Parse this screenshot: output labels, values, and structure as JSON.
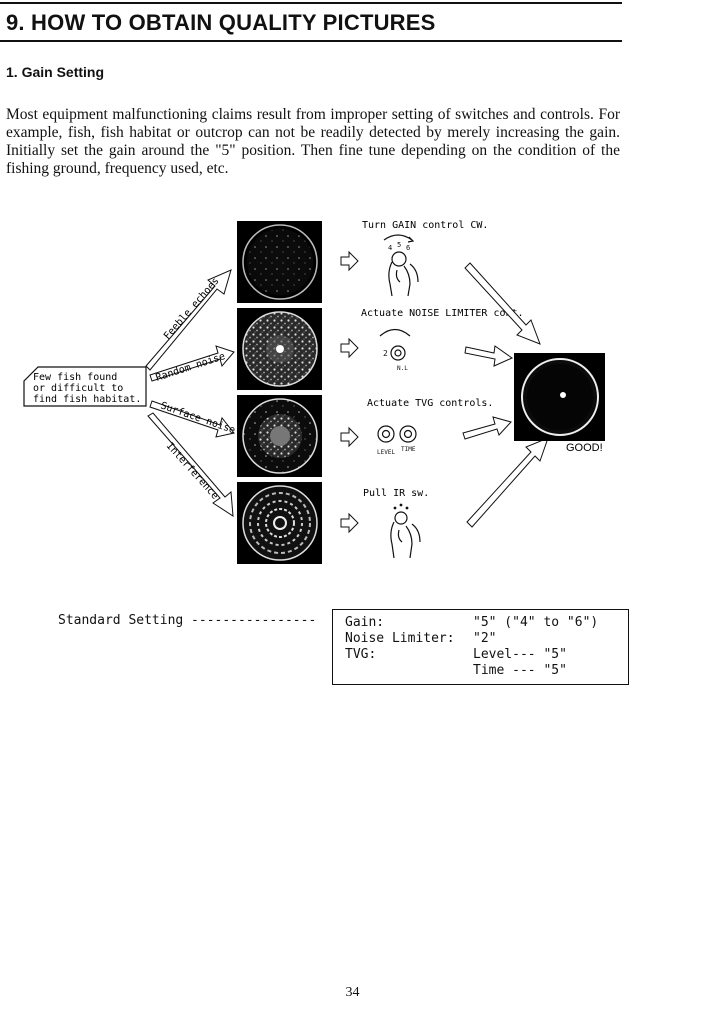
{
  "chapter": {
    "title": "9. HOW TO OBTAIN QUALITY PICTURES"
  },
  "section": {
    "title": "1. Gain Setting"
  },
  "intro": "Most equipment malfunctioning claims result from improper setting of switches and controls. For example, fish, fish habitat or outcrop can not be readily detected by merely increasing the gain. Initially set the gain around the \"5\" position. Then fine tune depending on the condition of the fishing ground, frequency used, etc.",
  "diagram": {
    "problem_lines": [
      "Few fish found",
      "or difficult to",
      "find fish habitat."
    ],
    "causes": [
      "Feeble echoes",
      "Random noise",
      "Surface noise",
      "Interference"
    ],
    "actions": [
      "Turn GAIN control CW.",
      "Actuate NOISE LIMITER cont.",
      "Actuate TVG controls.",
      "Pull IR sw."
    ],
    "result": "GOOD!",
    "knob_labels": {
      "gain_4": "4",
      "gain_5": "5",
      "gain_6": "6",
      "nl_2": "2",
      "nl_mark": "N.L",
      "tvg_level": "LEVEL",
      "tvg_time": "TIME"
    }
  },
  "standard_setting": {
    "label": "Standard Setting ----------------",
    "rows": [
      {
        "name": "Gain:",
        "value": "\"5\" (\"4\" to \"6\")"
      },
      {
        "name": "Noise Limiter:",
        "value": "\"2\""
      },
      {
        "name": "TVG:",
        "value": "Level--- \"5\""
      },
      {
        "name": "",
        "value": "Time --- \"5\""
      }
    ]
  },
  "page_number": "34"
}
